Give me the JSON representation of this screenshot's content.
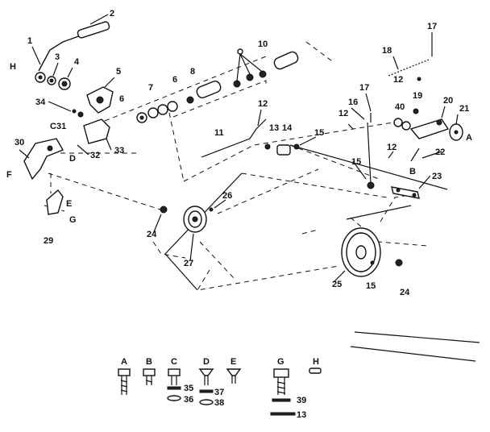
{
  "callouts": {
    "n1": "1",
    "n2": "2",
    "n3": "3",
    "n4": "4",
    "n5": "5",
    "n6a": "6",
    "n6b": "6",
    "n7": "7",
    "n8": "8",
    "n10": "10",
    "n11": "11",
    "n12a": "12",
    "n12b": "12",
    "n12c": "12",
    "n12d": "12",
    "n13": "13",
    "n14": "14",
    "n15a": "15",
    "n15b": "15",
    "n15c": "15",
    "n16": "16",
    "n17a": "17",
    "n17b": "17",
    "n18": "18",
    "n19": "19",
    "n20": "20",
    "n21": "21",
    "n22": "22",
    "n23": "23",
    "n24a": "24",
    "n24b": "24",
    "n25": "25",
    "n26": "26",
    "n27": "27",
    "n29": "29",
    "n30": "30",
    "n31": "31",
    "n32": "32",
    "n33": "33",
    "n34": "34",
    "n40": "40"
  },
  "letters": {
    "H": "H",
    "C": "C",
    "D": "D",
    "F": "F",
    "E": "E",
    "G": "G",
    "B": "B",
    "A": "A"
  },
  "hardware": [
    {
      "letter": "A"
    },
    {
      "letter": "B"
    },
    {
      "letter": "C",
      "parts": [
        "35",
        "36"
      ]
    },
    {
      "letter": "D",
      "parts": [
        "37",
        "38"
      ]
    },
    {
      "letter": "E"
    },
    {
      "letter": "G",
      "parts": [
        "39",
        "13"
      ]
    },
    {
      "letter": "H"
    }
  ]
}
